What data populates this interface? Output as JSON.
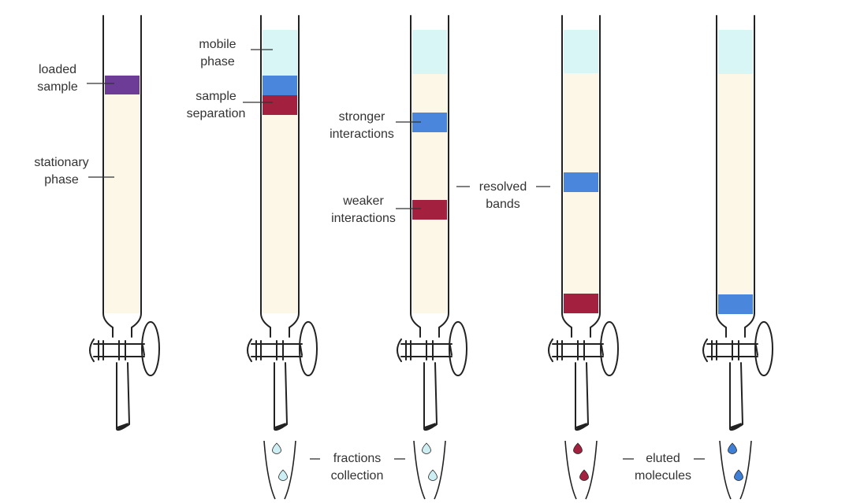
{
  "labels": {
    "loaded_sample": [
      "loaded",
      "sample"
    ],
    "stationary_phase": [
      "stationary",
      "phase"
    ],
    "mobile_phase": [
      "mobile",
      "phase"
    ],
    "sample_separation": [
      "sample",
      "separation"
    ],
    "stronger_interactions": [
      "stronger",
      "interactions"
    ],
    "weaker_interactions": [
      "weaker",
      "interactions"
    ],
    "resolved_bands": [
      "resolved",
      "bands"
    ],
    "fractions_collection": [
      "fractions",
      "collection"
    ],
    "eluted_molecules": [
      "eluted",
      "molecules"
    ]
  },
  "colors": {
    "stationary": "#fdf7e8",
    "mobile": "#d8f6f6",
    "loaded_sample": "#6c3c96",
    "blue_band": "#4a86dc",
    "red_band": "#a3213f",
    "glass_outline": "#222222",
    "leader_line": "#333333",
    "drop_light": "#cdeef2",
    "drop_red": "#a3213f",
    "drop_blue": "#3f7fd6"
  },
  "columns": [
    {
      "name": "column-1-loaded",
      "has_mobile": false,
      "bands": [
        "loaded_sample"
      ],
      "collector": false
    },
    {
      "name": "column-2-separation",
      "has_mobile": true,
      "bands": [
        "blue_band",
        "red_band"
      ],
      "collector": true,
      "drops": "drop_light"
    },
    {
      "name": "column-3-interactions",
      "has_mobile": true,
      "bands": [
        "blue_band",
        "red_band"
      ],
      "collector": true,
      "drops": "drop_light"
    },
    {
      "name": "column-4-red-eluting",
      "has_mobile": true,
      "bands": [
        "blue_band",
        "red_band"
      ],
      "collector": true,
      "drops": "drop_red"
    },
    {
      "name": "column-5-blue-eluting",
      "has_mobile": true,
      "bands": [
        "blue_band"
      ],
      "collector": true,
      "drops": "drop_blue"
    }
  ]
}
